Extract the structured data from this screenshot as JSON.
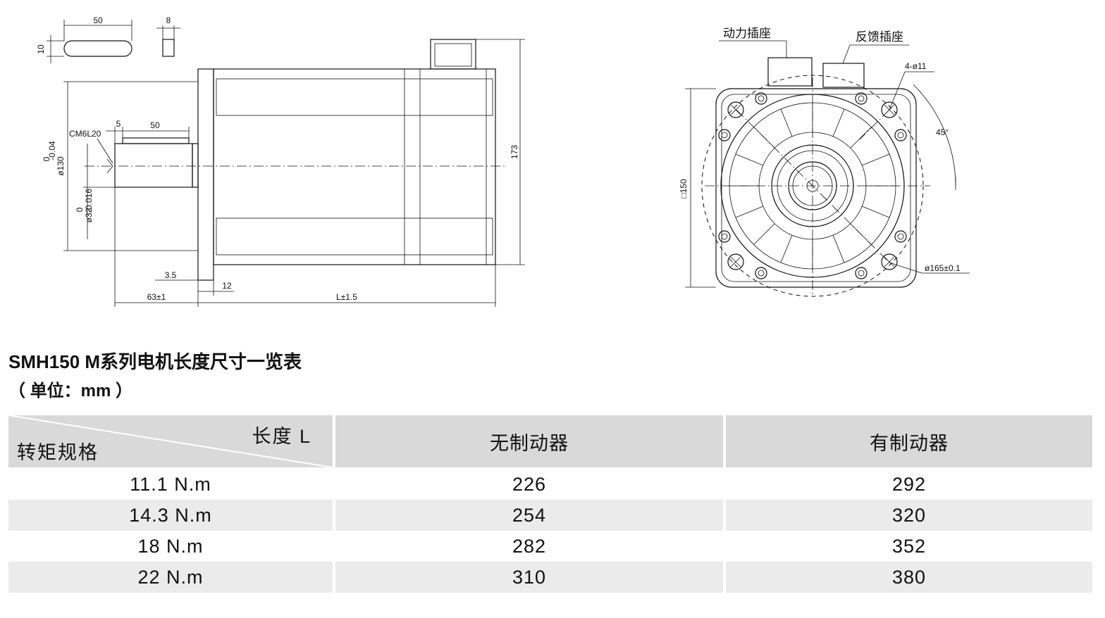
{
  "drawing": {
    "side_view": {
      "key_length": "50",
      "key_width": "8",
      "key_height": "10",
      "thread": "CM6L20",
      "shaft_key_offset": "5",
      "shaft_key_length": "50",
      "flange_diameter": "ø130",
      "flange_tol_upper": "0",
      "flange_tol_lower": "-0.04",
      "shaft_diameter": "ø32",
      "shaft_tol_upper": "0",
      "shaft_tol_lower": "-0.016",
      "overall_height": "173",
      "spigot_depth": "3.5",
      "flange_thickness": "12",
      "shaft_length": "63±1",
      "body_length": "L±1.5"
    },
    "front_view": {
      "power_connector": "动力插座",
      "feedback_connector": "反馈插座",
      "mount_holes": "4-ø11",
      "angle": "45°",
      "square_size": "□150",
      "pcd": "ø165±0.1"
    }
  },
  "title": "SMH150 M系列电机长度尺寸一览表",
  "unit": "（ 单位：mm ）",
  "table": {
    "corner_top": "长度 L",
    "corner_bottom": "转矩规格",
    "col_no_brake": "无制动器",
    "col_brake": "有制动器",
    "rows": [
      {
        "torque": "11.1 N.m",
        "no_brake": "226",
        "brake": "292"
      },
      {
        "torque": "14.3 N.m",
        "no_brake": "254",
        "brake": "320"
      },
      {
        "torque": "18 N.m",
        "no_brake": "282",
        "brake": "352"
      },
      {
        "torque": "22 N.m",
        "no_brake": "310",
        "brake": "380"
      }
    ]
  }
}
